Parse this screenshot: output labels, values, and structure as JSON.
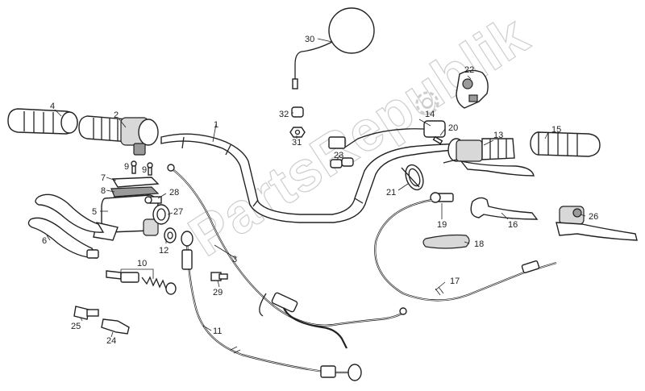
{
  "watermark": {
    "text": "PartsRepublik",
    "icon": "gear-icon"
  },
  "callouts": {
    "n1": "1",
    "n2": "2",
    "n3": "3",
    "n4": "4",
    "n5": "5",
    "n6": "6",
    "n7": "7",
    "n8": "8",
    "n9a": "9",
    "n9b": "9",
    "n10": "10",
    "n11": "11",
    "n12": "12",
    "n13": "13",
    "n14": "14",
    "n15": "15",
    "n16": "16",
    "n17": "17",
    "n18": "18",
    "n19": "19",
    "n20": "20",
    "n21": "21",
    "n22": "22",
    "n23": "23",
    "n24": "24",
    "n25": "25",
    "n26": "26",
    "n27": "27",
    "n28": "28",
    "n29": "29",
    "n30": "30",
    "n31": "31",
    "n32": "32"
  }
}
